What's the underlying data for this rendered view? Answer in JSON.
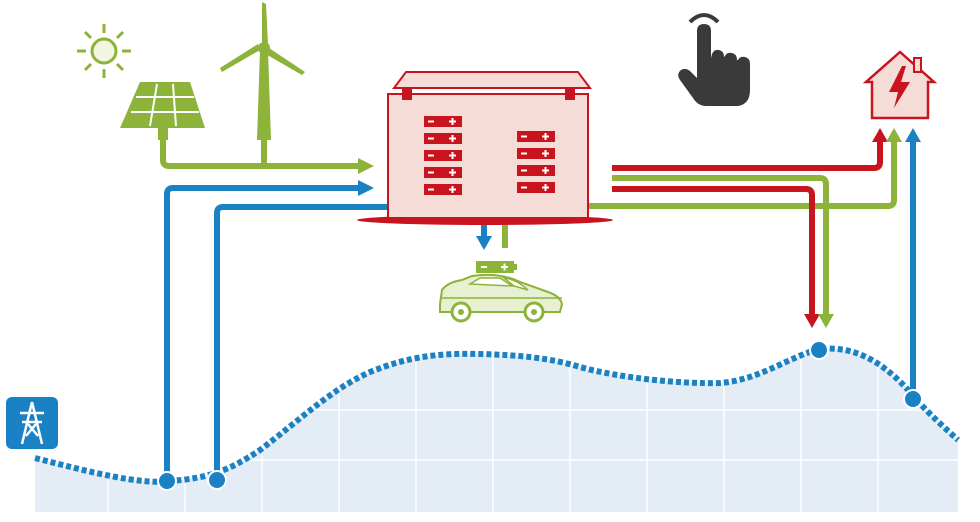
{
  "diagram": {
    "sources": [
      {
        "id": "sun",
        "icon": "sun-icon"
      },
      {
        "id": "solar-panel",
        "icon": "solar-panel-icon"
      },
      {
        "id": "wind-turbine",
        "icon": "wind-turbine-icon"
      }
    ],
    "storage": {
      "id": "battery-storage",
      "icon": "battery-rack-icon"
    },
    "vehicle": {
      "id": "electric-car",
      "icon": "electric-car-icon"
    },
    "home": {
      "id": "house",
      "icon": "house-lightning-icon"
    },
    "grid": {
      "id": "power-grid",
      "icon": "transmission-tower-icon"
    },
    "hint": {
      "id": "tap-hint",
      "icon": "pointing-hand-icon"
    },
    "grid_curve": {
      "description_free": true,
      "segments": 12
    },
    "flow_colors": {
      "renewable": "#8db33a",
      "grid": "#1a81c4",
      "storage": "#c8141e"
    },
    "palette": {
      "storage_fill": "#f6dcd6",
      "storage_stroke": "#c8141e",
      "renewable_light": "#e8f0d2",
      "grid_area": "#e4ecf5",
      "grid_lines": "#ffffff",
      "hand": "#3a3a3a"
    }
  }
}
